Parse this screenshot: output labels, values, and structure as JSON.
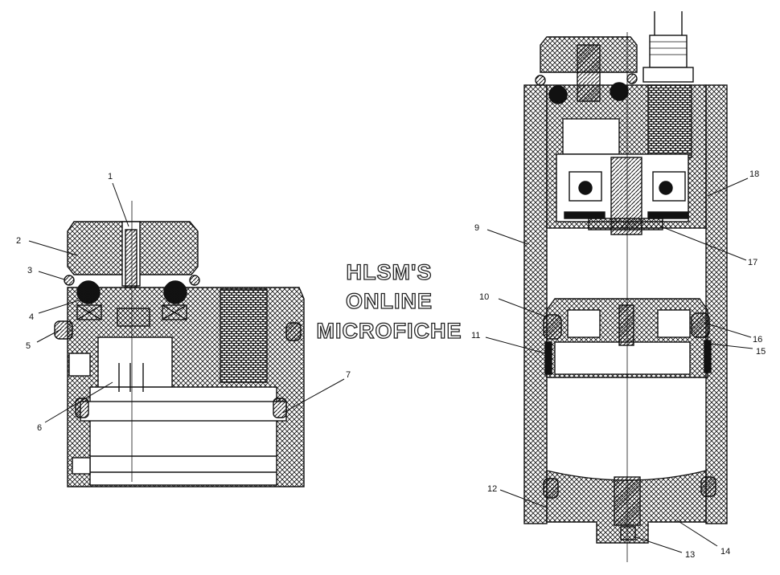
{
  "diagram": {
    "callouts": [
      "1",
      "2",
      "3",
      "4",
      "5",
      "6",
      "7",
      "9",
      "10",
      "11",
      "12",
      "13",
      "14",
      "15",
      "16",
      "17",
      "18"
    ],
    "watermark": [
      "HLSM'S",
      "ONLINE",
      "MICROFICHE"
    ]
  },
  "colors": {
    "line": "#111111",
    "paper": "#ffffff"
  }
}
